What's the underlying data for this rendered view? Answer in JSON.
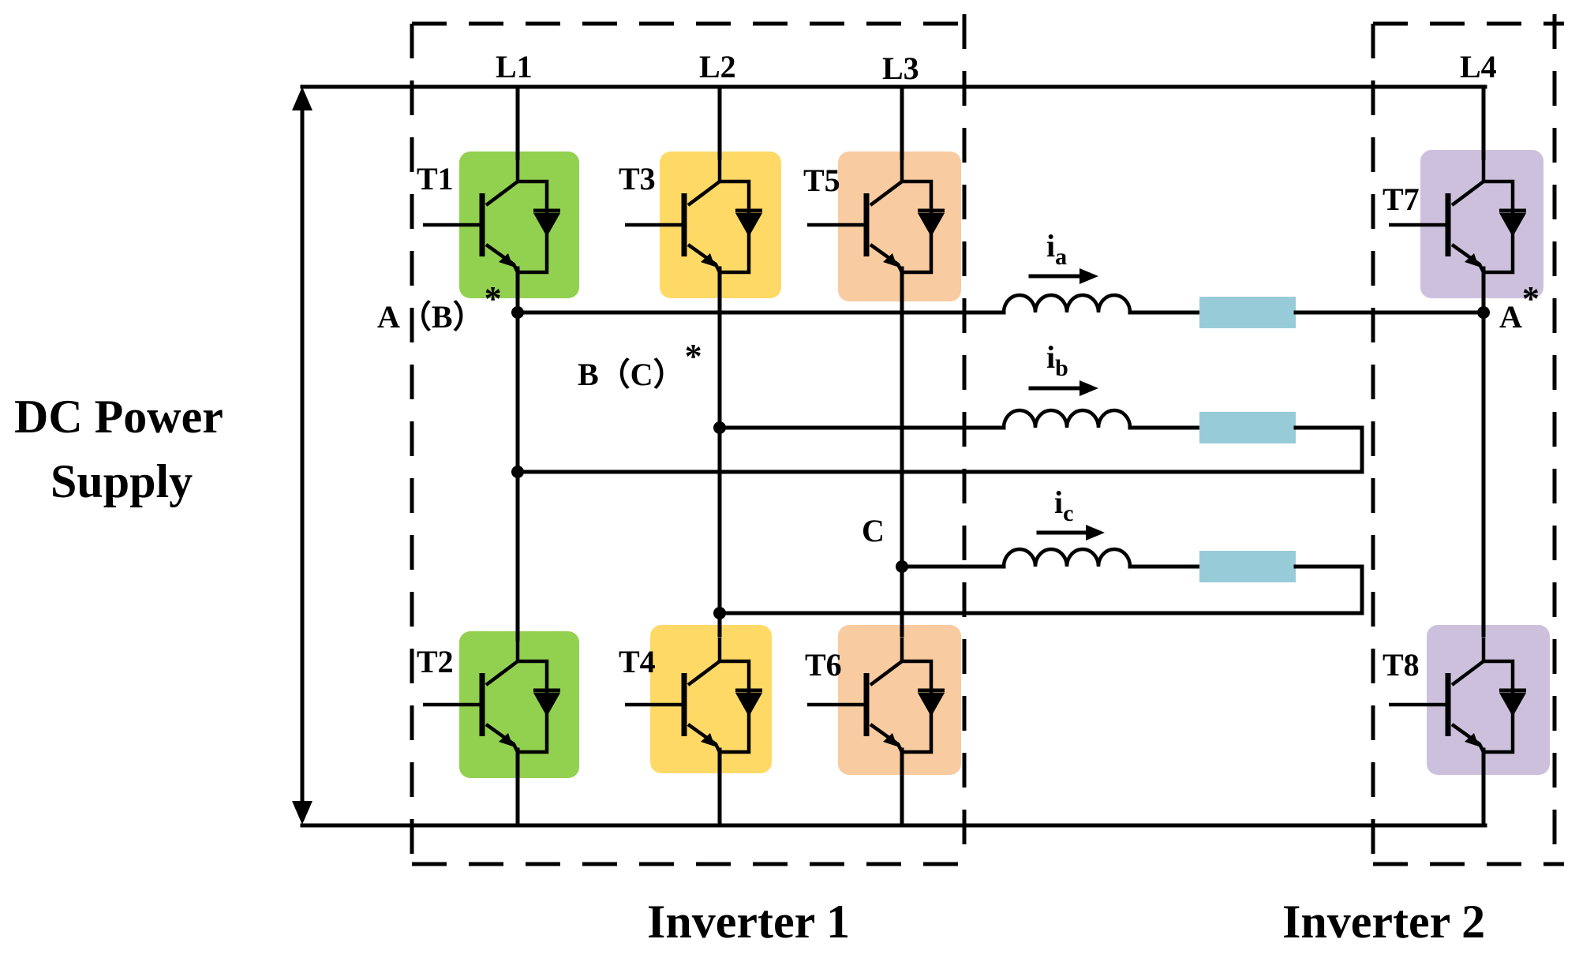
{
  "diagram": {
    "power_supply_label_line1": "DC Power",
    "power_supply_label_line2": "Supply",
    "inverter1_label": "Inverter 1",
    "inverter2_label": "Inverter 2",
    "leg_labels": [
      "L1",
      "L2",
      "L3",
      "L4"
    ],
    "switch_labels": [
      "T1",
      "T2",
      "T3",
      "T4",
      "T5",
      "T6",
      "T7",
      "T8"
    ],
    "node_labels": {
      "a_b_star": "A（B）",
      "b_c_star": "B（C）",
      "c": "C",
      "a_star": "A"
    },
    "star": "*",
    "currents": {
      "i": "i",
      "a": "a",
      "b": "b",
      "c": "c"
    },
    "colors": {
      "leg1": "#92d050",
      "leg2": "#ffd966",
      "leg3": "#f8cba0",
      "leg4": "#cdc0dc",
      "load_resistor": "#97cbd8"
    }
  }
}
